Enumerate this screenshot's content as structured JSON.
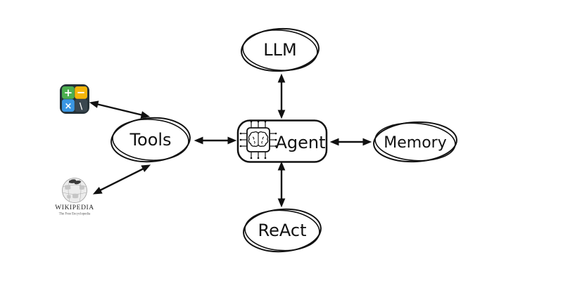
{
  "diagram": {
    "background": "#ffffff",
    "stroke_color": "#111111",
    "nodes": {
      "llm": {
        "label": "LLM",
        "shape": "sketch-ellipse"
      },
      "agent": {
        "label": "Agent",
        "shape": "rounded-rect",
        "icon": "chip-brain-icon"
      },
      "memory": {
        "label": "Memory",
        "shape": "sketch-ellipse"
      },
      "react": {
        "label": "ReAct",
        "shape": "sketch-ellipse"
      },
      "tools": {
        "label": "Tools",
        "shape": "sketch-ellipse"
      }
    },
    "edges": [
      {
        "from": "agent",
        "to": "llm",
        "bidirectional": true
      },
      {
        "from": "agent",
        "to": "memory",
        "bidirectional": true
      },
      {
        "from": "agent",
        "to": "react",
        "bidirectional": true
      },
      {
        "from": "agent",
        "to": "tools",
        "bidirectional": true
      },
      {
        "from": "tools",
        "to": "calculator",
        "bidirectional": true
      },
      {
        "from": "tools",
        "to": "wikipedia",
        "bidirectional": true
      }
    ],
    "calculator": {
      "plus": "+",
      "minus": "−",
      "multiply": "×",
      "divide": "\\",
      "colors": {
        "frame": "#263238",
        "plus_bg": "#4caf50",
        "minus_bg": "#f5b50a",
        "multiply_bg": "#3b97e3",
        "divide_bg": "#3a4750",
        "glyph": "#ffffff"
      }
    },
    "wikipedia": {
      "wordmark": "WIKIPEDIA",
      "tagline": "The Free Encyclopedia"
    }
  }
}
